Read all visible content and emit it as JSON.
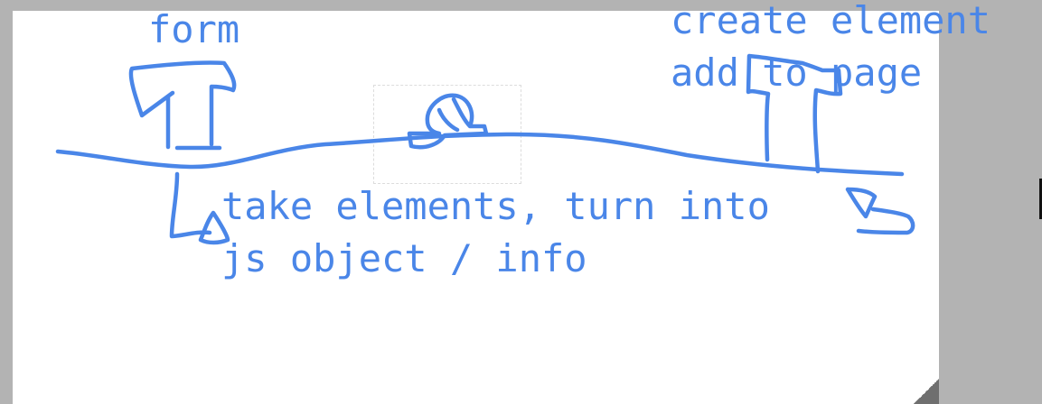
{
  "app": {
    "type": "whiteboard",
    "ink_color": "#4a86e8",
    "canvas_color": "#ffffff",
    "backdrop_color": "#b3b3b3"
  },
  "notes": [
    {
      "id": "form",
      "lines": [
        "form"
      ]
    },
    {
      "id": "create",
      "lines": [
        "create element",
        "add to page"
      ]
    },
    {
      "id": "take",
      "lines": [
        "take elements, turn into",
        "js object / info"
      ]
    }
  ],
  "drawing": {
    "icons": [
      "left-post-drawing",
      "right-post-drawing",
      "ground-line-drawing",
      "center-rock-drawing",
      "left-hook-arrow-drawing",
      "right-hook-arrow-drawing"
    ]
  }
}
